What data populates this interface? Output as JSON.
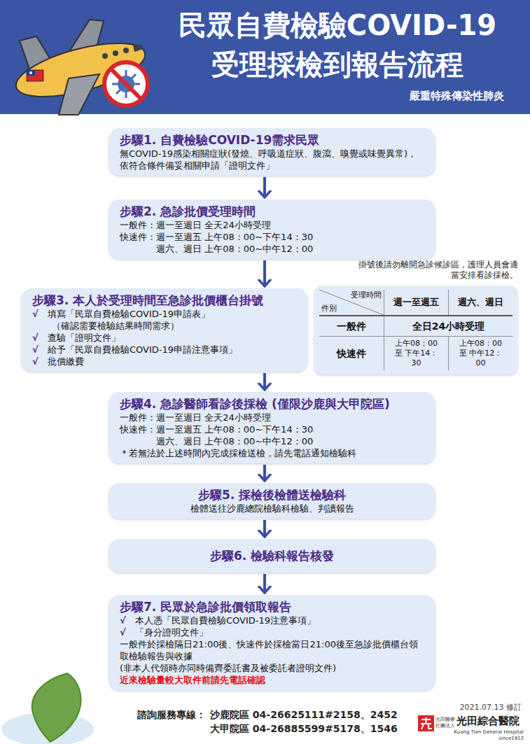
{
  "diagram": {
    "title": "民眾自費檢驗COVID-19 受理採檢到報告流程",
    "nodes": [
      {
        "text": [
          "步驟1. 自費檢驗COVID-19需求民眾",
          "無COVID-19感染相關症狀(發燒、呼吸道症狀、腹瀉、嗅覺或味覺異常)，依符合條件備妥相關申請「證明文件」"
        ]
      },
      {
        "text": [
          "步驟2. 急診批價受理時間",
          "一般件：週一至週日 全天24小時受理",
          "快速件：週一至週五 上午08：00~下午14：30",
          "週六、週日 上午08：00~中午12：00"
        ]
      },
      {
        "text": [
          "步驟3. 本人於受理時間至急診批價櫃台掛號",
          "√",
          "填寫「民眾自費檢驗COVID-19申請表」",
          "（確認需要檢驗結果時間需求）",
          "√",
          "查驗「證明文件」",
          "√",
          "給予「民眾自費檢驗COVID-19申請注意事項」",
          "√",
          "批價繳費"
        ]
      },
      {
        "text": [
          "受理時間",
          "件別",
          "週一至週五",
          "週六、週日",
          "一般件",
          "全日24小時受理",
          "快速件",
          "上午08：00 至 下午14：30",
          "上午08：00 至 中午12：00"
        ]
      },
      {
        "text": [
          "步驟4. 急診醫師看診後採檢 (僅限沙鹿與大甲院區)",
          "一般件：週一至週日 全天24小時受理",
          "快速件：週一至週五 上午08：00~下午14：30",
          "週六、週日 上午08：00~中午12：00",
          "＊若無法於上述時間內完成採檢送檢，請先電話通知檢驗科"
        ]
      },
      {
        "text": [
          "步驟5. 採檢後檢體送檢驗科",
          "檢體送往沙鹿總院檢驗科檢驗、判讀報告"
        ]
      },
      {
        "text": [
          "步驟6. 檢驗科報告核發"
        ]
      },
      {
        "text": [
          "步驟7. 民眾於急診批價領取報告",
          "√",
          "本人憑「民眾自費檢驗COVID-19注意事項」",
          "√",
          "「身分證明文件」",
          "一般件於採檢隔日21:00後、快速件於採檢當日21:00後至急診批價櫃台領取檢驗報告與收據",
          "(非本人代領時亦同時備齊委託書及被委託者證明文件)",
          "近來檢驗量較大取件前請先電話確認"
        ]
      }
    ],
    "edges": [
      {
        "from": 0,
        "to": 1,
        "arrow": "to"
      },
      {
        "from": 1,
        "to": 2,
        "arrow": "to"
      },
      {
        "from": 2,
        "to": 4,
        "arrow": "to"
      },
      {
        "from": 4,
        "to": 5,
        "arrow": "to"
      },
      {
        "from": 5,
        "to": 6,
        "arrow": "to"
      },
      {
        "from": 6,
        "to": 7,
        "arrow": "to"
      }
    ],
    "labels": [
      "嚴重特殊傳染性肺炎",
      "掛號後請勿離開急診候診區，護理人員會適當安排看診採檢。",
      "2021.07.13 修訂",
      "諮詢服務專線：",
      "沙鹿院區 04-26625111#2158、2452",
      "大甲院區 04-26885599#5178、1546",
      "光田醫療",
      "社團法人",
      "光田綜合醫院",
      "Kuang Tien General Hospital",
      "since1913"
    ]
  }
}
